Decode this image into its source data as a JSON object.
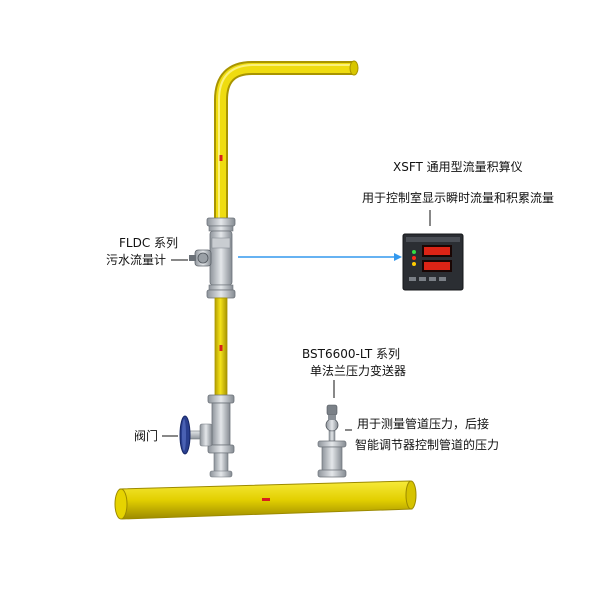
{
  "labels": {
    "meter_model": "XSFT 通用型流量积算仪",
    "meter_desc": "用于控制室显示瞬时流量和积累流量",
    "flowmeter_series": "FLDC 系列",
    "flowmeter_name": "污水流量计",
    "valve": "阀门",
    "transmitter_series": "BST6600-LT 系列",
    "transmitter_name": "单法兰压力变送器",
    "pressure_desc_1": "用于测量管道压力，后接",
    "pressure_desc_2": "智能调节器控制管道的压力"
  },
  "colors": {
    "pipe": "#e8d400",
    "pipe_dark": "#b5a000",
    "signal_line": "#3399ee",
    "steel": "#b9bec4",
    "valve_handle": "#2a3f8f",
    "panel": "#2b2e33",
    "digits": "#ff2a1a"
  }
}
